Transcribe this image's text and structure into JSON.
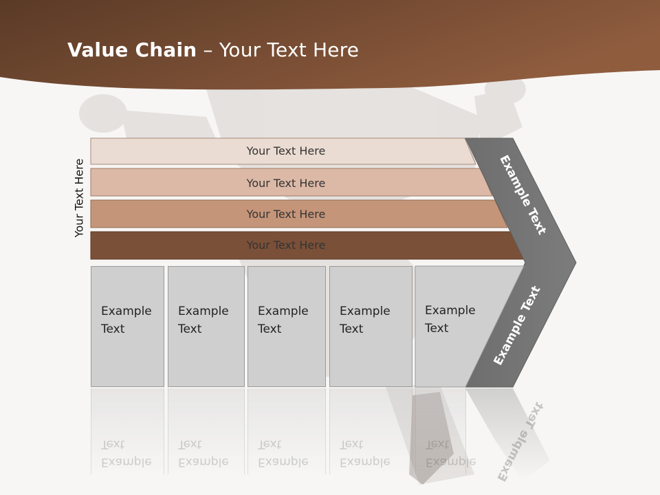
{
  "title": {
    "bold": "Value Chain",
    "rest": " – Your Text Here"
  },
  "side_label": "Your Text Here",
  "bars": [
    "Your Text Here",
    "Your Text Here",
    "Your Text Here",
    "Your Text Here"
  ],
  "boxes": [
    {
      "text": "Example\nText"
    },
    {
      "text": "Example\nText"
    },
    {
      "text": "Example\nText"
    },
    {
      "text": "Example\nText"
    },
    {
      "text": "Example\nText"
    }
  ],
  "arrow": {
    "upper_text": "Example Text",
    "lower_text": "Example Text"
  },
  "colors": {
    "header_dark": "#5a3a26",
    "header_light": "#8f5c3e",
    "bar1": "#ebdcd3",
    "bar2": "#dcb9a6",
    "bar3": "#c59579",
    "bar4": "#7b5038",
    "box": "#cfcfcf",
    "arrow": "#727272"
  }
}
